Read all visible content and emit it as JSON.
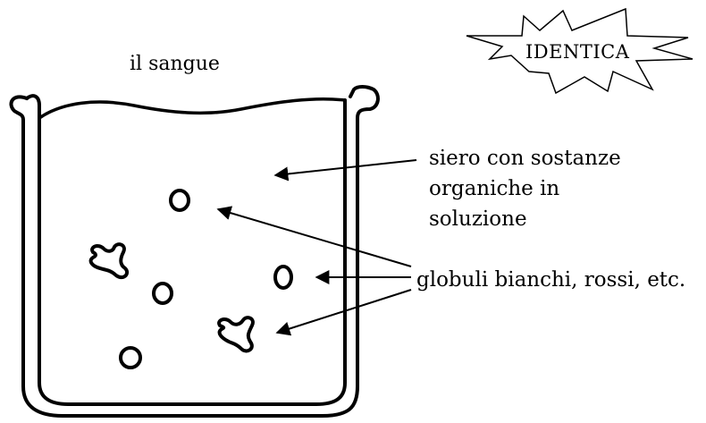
{
  "title": "il sangue",
  "badge": "IDENTICA",
  "labels": {
    "siero_line1": "siero con sostanze",
    "siero_line2": "organiche in",
    "siero_line3": "soluzione",
    "globuli": "globuli bianchi, rossi, etc."
  },
  "colors": {
    "ink": "#000000",
    "background": "#ffffff"
  }
}
